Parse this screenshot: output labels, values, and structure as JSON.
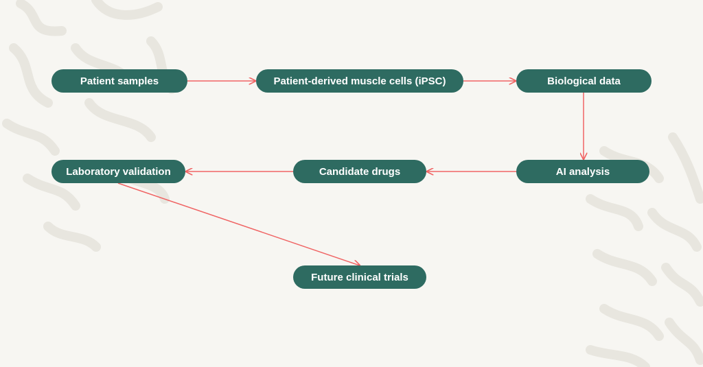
{
  "colors": {
    "background": "#f7f6f2",
    "node_fill": "#2e6b61",
    "node_text": "#ffffff",
    "arrow": "#f06464",
    "decor": "#e8e6df"
  },
  "nodes": {
    "patient_samples": "Patient samples",
    "patient_derived_cells": "Patient-derived muscle cells (iPSC)",
    "biological_data": "Biological data",
    "ai_analysis": "AI analysis",
    "candidate_drugs": "Candidate drugs",
    "laboratory_validation": "Laboratory validation",
    "future_clinical_trials": "Future clinical trials"
  },
  "edges": [
    {
      "from": "patient_samples",
      "to": "patient_derived_cells"
    },
    {
      "from": "patient_derived_cells",
      "to": "biological_data"
    },
    {
      "from": "biological_data",
      "to": "ai_analysis"
    },
    {
      "from": "ai_analysis",
      "to": "candidate_drugs"
    },
    {
      "from": "candidate_drugs",
      "to": "laboratory_validation"
    },
    {
      "from": "laboratory_validation",
      "to": "future_clinical_trials"
    }
  ]
}
